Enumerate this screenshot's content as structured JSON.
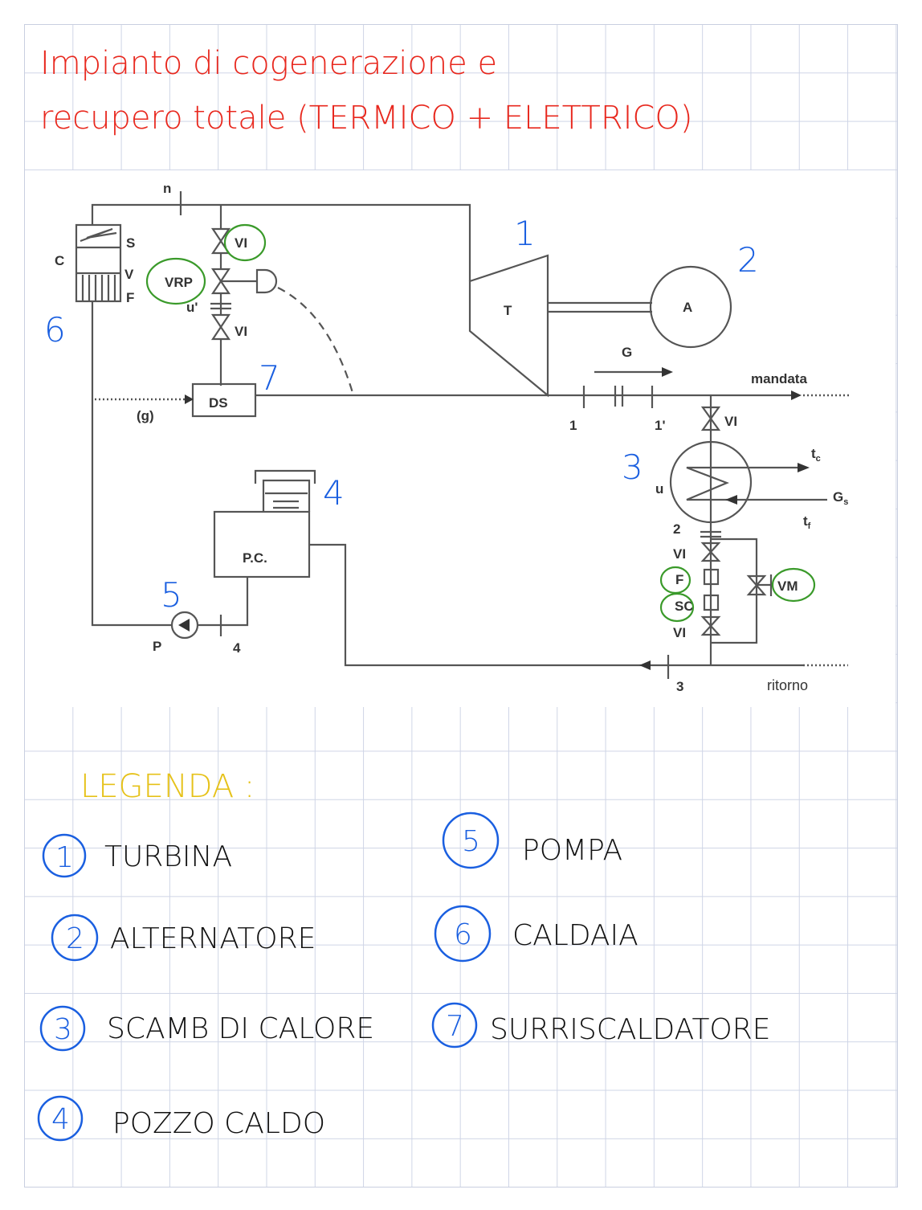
{
  "title": {
    "line1": "Impianto di cogenerazione e",
    "line2": "recupero totale (TERMICO + ELETTRICO)"
  },
  "diagram": {
    "labels": {
      "boiler": "C",
      "superheater": "S",
      "vaporizer": "V",
      "furnace": "F",
      "n": "n",
      "vi_top": "VI",
      "vrp": "VRP",
      "u_prime": "u'",
      "vi_mid": "VI",
      "ds": "DS",
      "g_fuel": "(g)",
      "turbine": "T",
      "alternator": "A",
      "flow_g": "G",
      "mandata": "mandata",
      "pt1": "1",
      "pt1p": "1'",
      "vi_hx": "VI",
      "hx_u": "u",
      "tc": "t",
      "tc_sub": "c",
      "gs": "G",
      "gs_sub": "s",
      "tf": "t",
      "tf_sub": "f",
      "pt2": "2",
      "vi_b1": "VI",
      "filter": "F",
      "sc": "SC",
      "vi_b2": "VI",
      "vm": "VM",
      "pt3": "3",
      "ritorno": "ritorno",
      "pc": "P.C.",
      "pump": "P",
      "pt4": "4"
    },
    "annotations": [
      "1",
      "2",
      "3",
      "4",
      "5",
      "6",
      "7"
    ]
  },
  "legend": {
    "heading": "LEGENDA :",
    "items": [
      {
        "num": "1",
        "label": "TURBINA"
      },
      {
        "num": "2",
        "label": "ALTERNATORE"
      },
      {
        "num": "3",
        "label": "SCAMB DI CALORE"
      },
      {
        "num": "4",
        "label": "POZZO CALDO"
      },
      {
        "num": "5",
        "label": "POMPA"
      },
      {
        "num": "6",
        "label": "CALDAIA"
      },
      {
        "num": "7",
        "label": "SURRISCALDATORE"
      }
    ]
  },
  "colors": {
    "title": "#e8281e",
    "numbers": "#1a5fe0",
    "circles": "#3a9a2a",
    "legend_heading": "#e6c21a"
  }
}
